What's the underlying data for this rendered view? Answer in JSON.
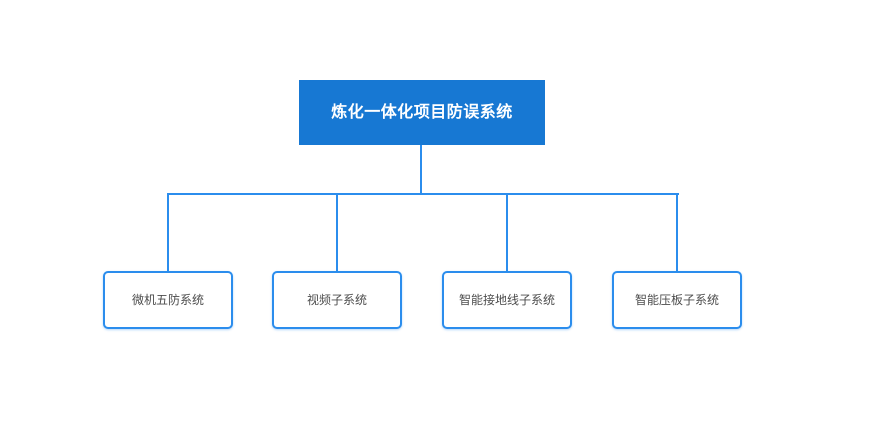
{
  "diagram": {
    "type": "org-chart",
    "root": {
      "label": "炼化一体化项目防误系统"
    },
    "children": [
      {
        "label": "微机五防系统"
      },
      {
        "label": "视频子系统"
      },
      {
        "label": "智能接地线子系统"
      },
      {
        "label": "智能压板子系统"
      }
    ]
  },
  "colors": {
    "canvas_bg": "#ffffff",
    "root_fill": "#1778d3",
    "root_text": "#ffffff",
    "child_fill": "#ffffff",
    "child_text": "#4c4c4c",
    "line_color": "#2b8ded"
  }
}
